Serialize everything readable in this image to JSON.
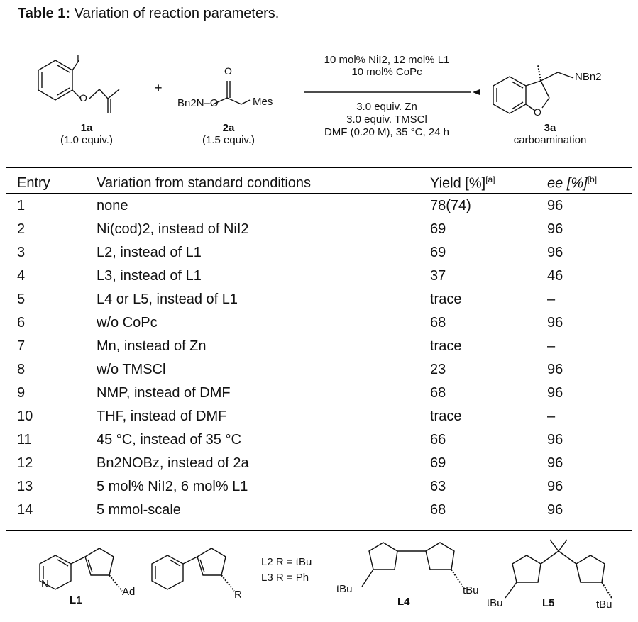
{
  "caption": {
    "label": "Table 1:",
    "text": "Variation of reaction parameters."
  },
  "scheme": {
    "reactant1": {
      "id": "1a",
      "equiv": "(1.0 equiv.)",
      "atoms": [
        "I",
        "O"
      ]
    },
    "plus": "+",
    "reactant2": {
      "id": "2a",
      "equiv": "(1.5 equiv.)",
      "formula_left": "Bn2N–O",
      "mes": "Mes",
      "o": "O"
    },
    "conditions_above": [
      "10 mol% NiI2, 12 mol% L1",
      "10 mol% CoPc"
    ],
    "conditions_below": [
      "3.0 equiv. Zn",
      "3.0 equiv. TMSCl",
      "DMF (0.20 M), 35 °C, 24 h"
    ],
    "product": {
      "id": "3a",
      "name": "carboamination",
      "group": "NBn2",
      "o": "O"
    }
  },
  "table": {
    "headers": [
      "Entry",
      "Variation from standard conditions",
      "Yield [%]",
      "ee [%]"
    ],
    "header_notes": [
      "[a]",
      "[b]"
    ],
    "rows": [
      [
        "1",
        "none",
        "78(74)",
        "96"
      ],
      [
        "2",
        "Ni(cod)2, instead of NiI2",
        "69",
        "96"
      ],
      [
        "3",
        "L2, instead of L1",
        "69",
        "96"
      ],
      [
        "4",
        "L3, instead of L1",
        "37",
        "46"
      ],
      [
        "5",
        "L4 or L5, instead of L1",
        "trace",
        "–"
      ],
      [
        "6",
        "w/o CoPc",
        "68",
        "96"
      ],
      [
        "7",
        "Mn, instead of Zn",
        "trace",
        "–"
      ],
      [
        "8",
        "w/o TMSCl",
        "23",
        "96"
      ],
      [
        "9",
        "NMP, instead of DMF",
        "68",
        "96"
      ],
      [
        "10",
        "THF, instead of DMF",
        "trace",
        "–"
      ],
      [
        "11",
        "45 °C, instead of 35 °C",
        "66",
        "96"
      ],
      [
        "12",
        "Bn2NOBz, instead of 2a",
        "69",
        "96"
      ],
      [
        "13",
        "5 mol% NiI2, 6 mol% L1",
        "63",
        "96"
      ],
      [
        "14",
        "5 mmol-scale",
        "68",
        "96"
      ]
    ]
  },
  "ligands": {
    "L1": {
      "id": "L1",
      "sub": "Ad"
    },
    "L23": {
      "line1": "L2 R = tBu",
      "line2": "L3 R = Ph",
      "r": "R"
    },
    "L4": {
      "id": "L4",
      "sub": "tBu"
    },
    "L5": {
      "id": "L5",
      "sub": "tBu"
    }
  }
}
